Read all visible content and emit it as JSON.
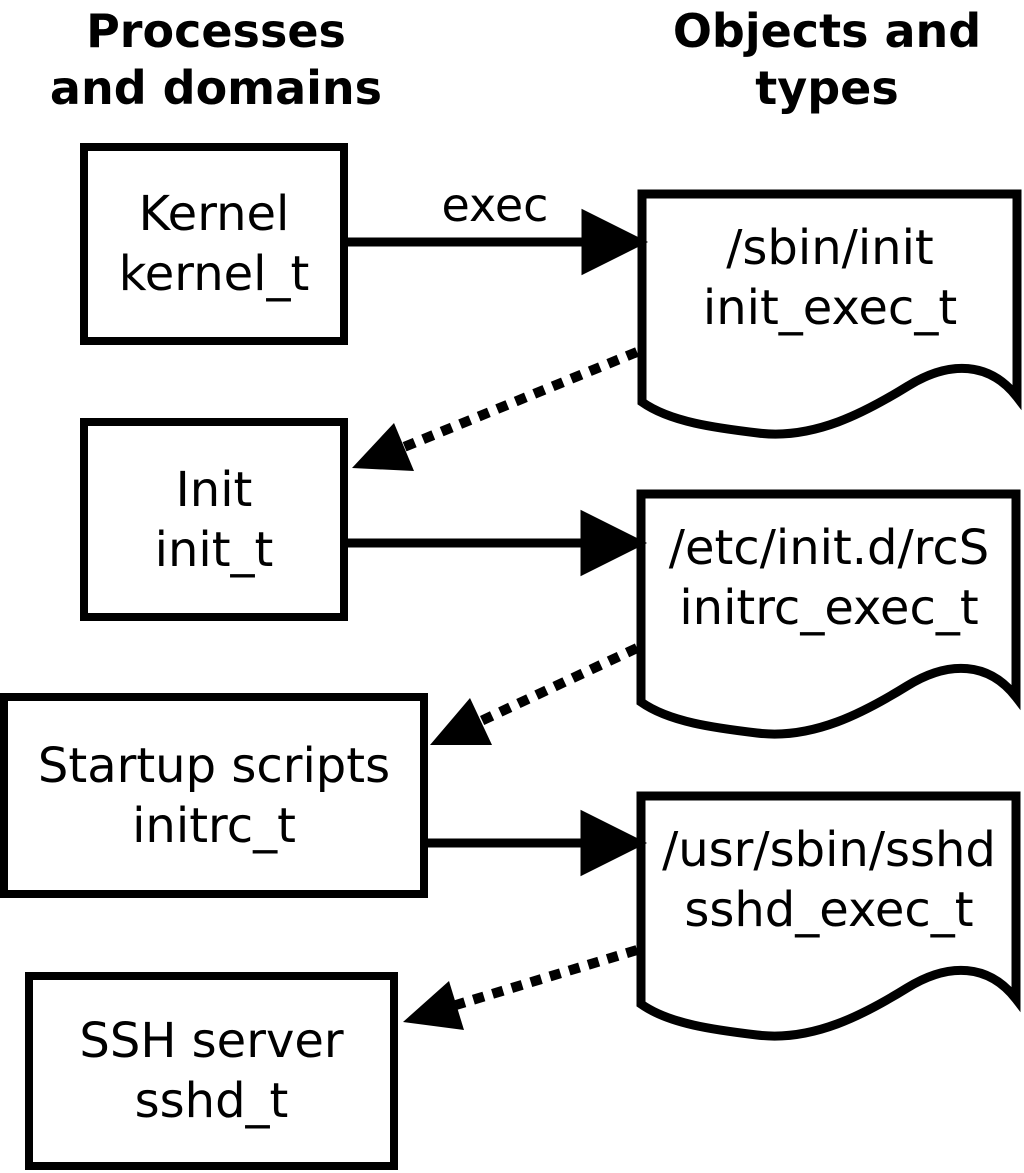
{
  "columns": {
    "left": {
      "line1": "Processes",
      "line2": "and domains"
    },
    "right": {
      "line1": "Objects and",
      "line2": "types"
    }
  },
  "processes": [
    {
      "name": "Kernel",
      "domain": "kernel_t"
    },
    {
      "name": "Init",
      "domain": "init_t"
    },
    {
      "name": "Startup scripts",
      "domain": "initrc_t"
    },
    {
      "name": "SSH server",
      "domain": "sshd_t"
    }
  ],
  "objects": [
    {
      "path": "/sbin/init",
      "type": "init_exec_t"
    },
    {
      "path": "/etc/init.d/rcS",
      "type": "initrc_exec_t"
    },
    {
      "path": "/usr/sbin/sshd",
      "type": "sshd_exec_t"
    }
  ],
  "labels": {
    "exec": "exec"
  },
  "edges": [
    {
      "from": "Kernel (kernel_t)",
      "to": "/sbin/init (init_exec_t)",
      "style": "solid",
      "label": "exec"
    },
    {
      "from": "/sbin/init (init_exec_t)",
      "to": "Init (init_t)",
      "style": "dotted",
      "label": ""
    },
    {
      "from": "Init (init_t)",
      "to": "/etc/init.d/rcS (initrc_exec_t)",
      "style": "solid",
      "label": ""
    },
    {
      "from": "/etc/init.d/rcS (initrc_exec_t)",
      "to": "Startup scripts (initrc_t)",
      "style": "dotted",
      "label": ""
    },
    {
      "from": "Startup scripts (initrc_t)",
      "to": "/usr/sbin/sshd (sshd_exec_t)",
      "style": "solid",
      "label": ""
    },
    {
      "from": "/usr/sbin/sshd (sshd_exec_t)",
      "to": "SSH server (sshd_t)",
      "style": "dotted",
      "label": ""
    }
  ],
  "colors": {
    "foreground": "#000000",
    "background": "#ffffff"
  }
}
